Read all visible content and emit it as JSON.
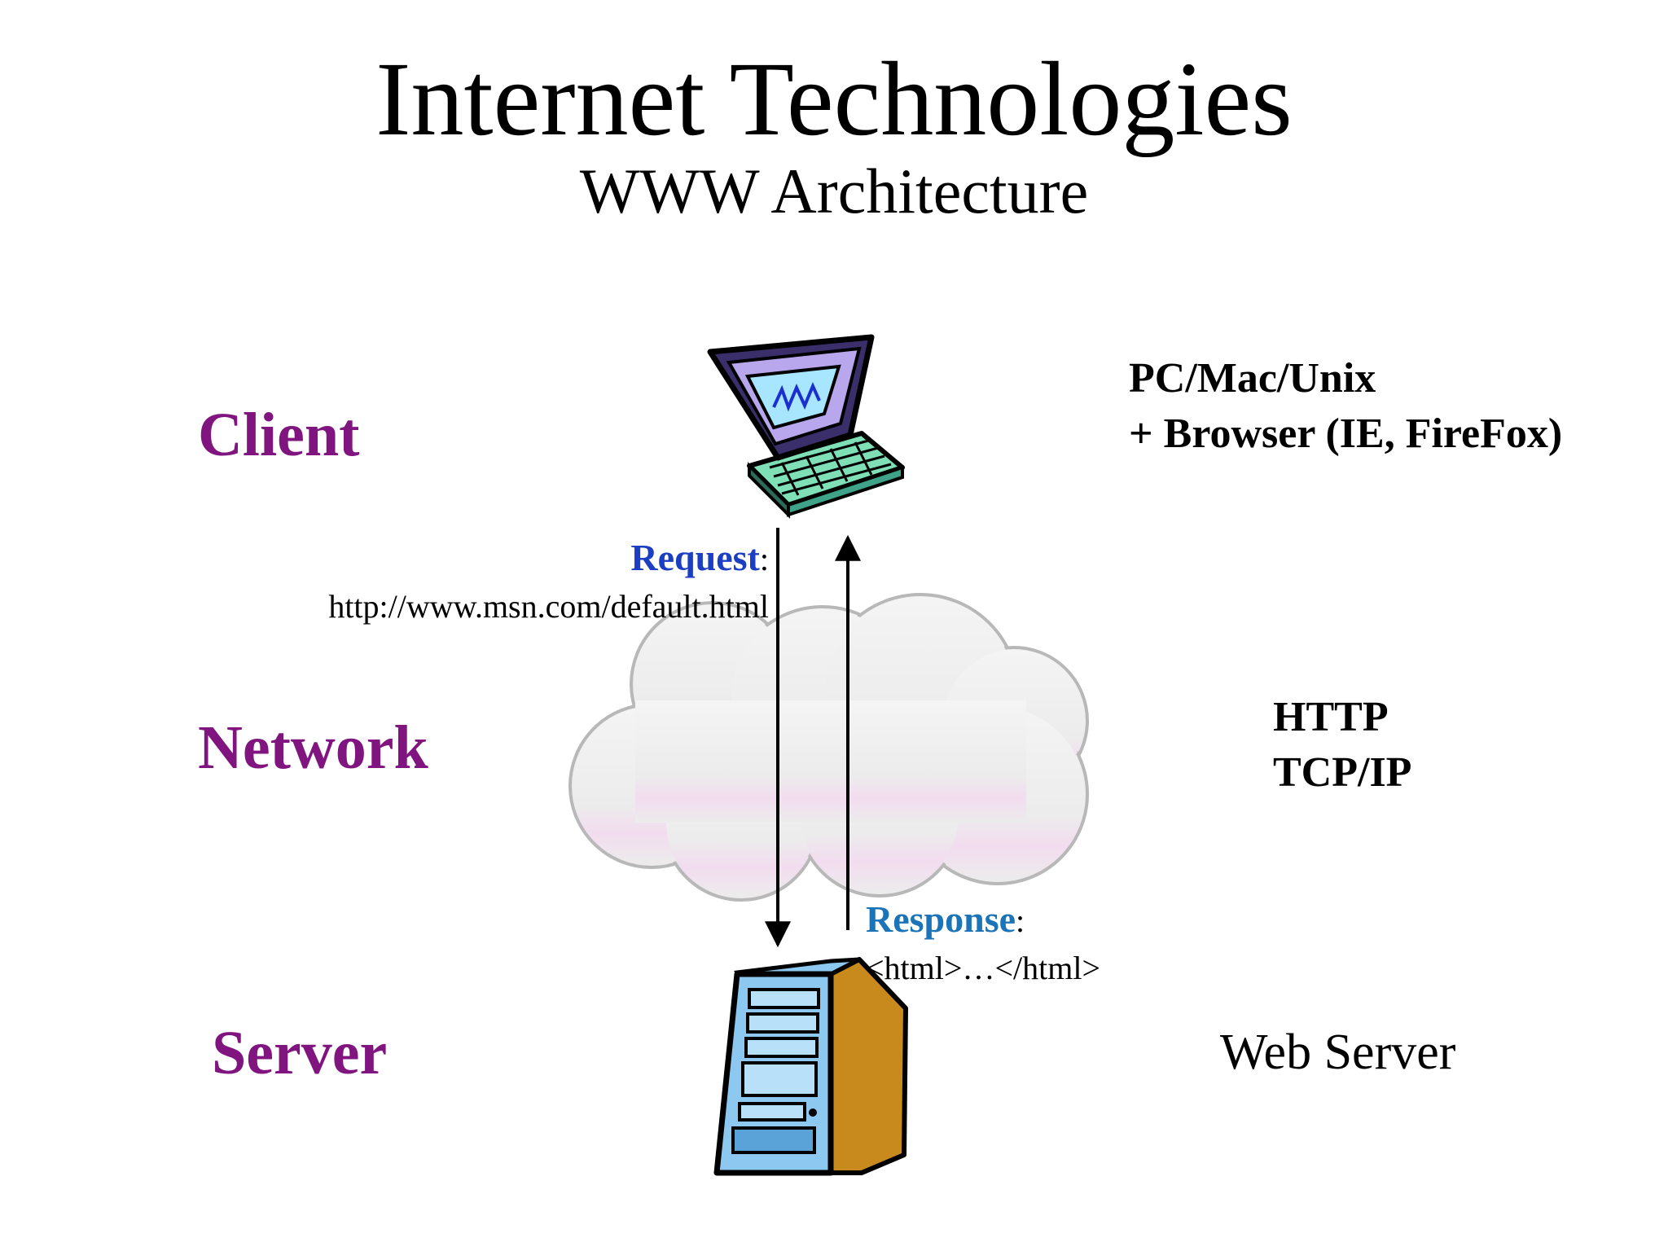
{
  "slide": {
    "title": "Internet Technologies",
    "subtitle": "WWW Architecture"
  },
  "tiers": {
    "client": "Client",
    "network": "Network",
    "server": "Server"
  },
  "specs": {
    "client_line1": "PC/Mac/Unix",
    "client_line2": "+ Browser (IE, FireFox)",
    "network_line1": "HTTP",
    "network_line2": "TCP/IP",
    "server_line1": "Web Server"
  },
  "request": {
    "keyword": "Request",
    "colon": ":",
    "url": "http://www.msn.com/default.html"
  },
  "response": {
    "keyword": "Response",
    "colon": ":",
    "body": "<html>…</html>"
  },
  "icons": {
    "client": "computer-monitor-keyboard-icon",
    "network": "cloud-icon",
    "server": "tower-server-icon"
  },
  "colors": {
    "tier_label": "#80157f",
    "request_keyword": "#1c3ec2",
    "response_keyword": "#1b73b8"
  }
}
